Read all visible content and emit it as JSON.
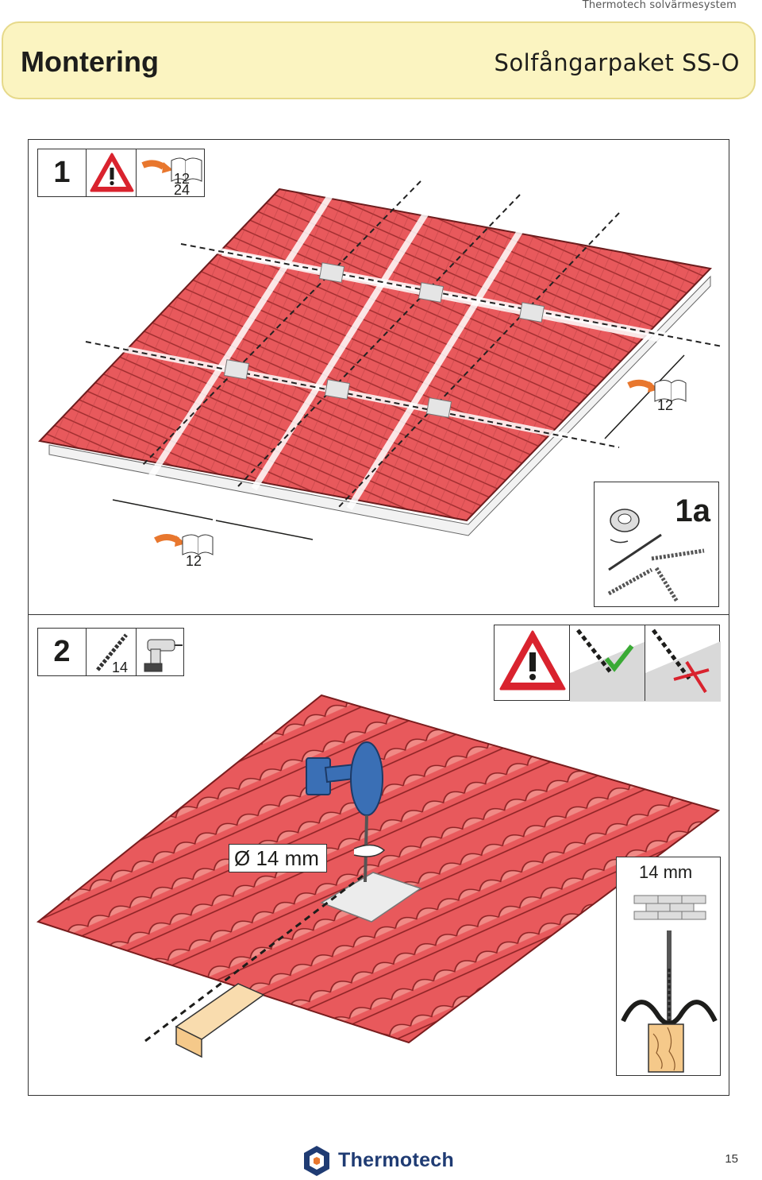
{
  "header": {
    "company_system": "Thermotech solvärmesystem",
    "title": "Montering",
    "subtitle": "Solfångarpaket SS-O"
  },
  "step1": {
    "number": "1",
    "ref_page_top": "12",
    "ref_page_bottom": "24",
    "dim_ref_right": "12",
    "dim_ref_bottom": "12"
  },
  "step1a": {
    "label": "1a"
  },
  "step2": {
    "number": "2",
    "drill_size": "14",
    "diameter_callout": "Ø 14 mm",
    "detail_label": "14 mm"
  },
  "footer": {
    "logo_text": "Thermotech",
    "page_number": "15"
  },
  "colors": {
    "banner_bg": "#fbf4c1",
    "tile_red": "#e8595c",
    "tile_light": "#f08a86",
    "drill_blue": "#3a6fb5",
    "warning_red": "#d9232e",
    "check_green": "#3aaa35",
    "logo_blue": "#1f3b73",
    "wood": "#f5c98a"
  },
  "icons": [
    "warning-icon",
    "book-icon",
    "drill-bit-icon",
    "cordless-drill-icon",
    "check-icon",
    "cross-icon",
    "wire-spool-icon",
    "screws-icon",
    "brick-wall-icon",
    "wood-grain-icon"
  ]
}
